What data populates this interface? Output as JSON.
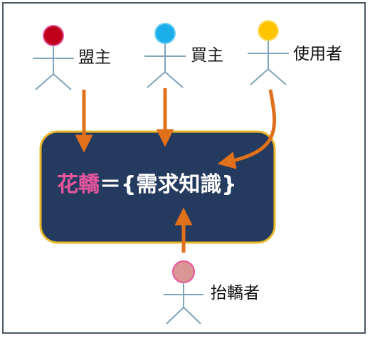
{
  "actors": [
    {
      "id": "alliance-leader",
      "label": "盟主",
      "color": "#c0001a"
    },
    {
      "id": "buyer",
      "label": "買主",
      "color": "#1aaeea"
    },
    {
      "id": "user",
      "label": "使用者",
      "color": "#ffc400"
    },
    {
      "id": "bearer",
      "label": "抬轎者",
      "color": "#d99694"
    }
  ],
  "box": {
    "term": "花轎",
    "equals": "＝",
    "definition": "{需求知識}",
    "fill": "#243a5e",
    "border": "#e8b82a",
    "term_color": "#e8559d"
  },
  "arrow_color": "#e0701a"
}
